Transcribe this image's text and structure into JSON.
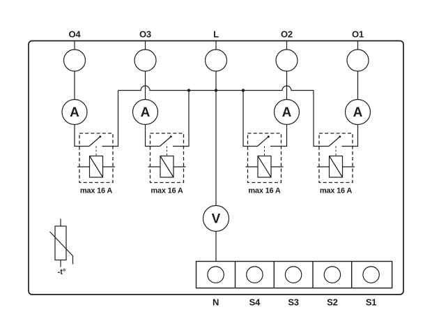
{
  "diagram": {
    "colors": {
      "line": "#1d1d1b",
      "background": "#ffffff"
    },
    "top_terminals": [
      {
        "id": "O4",
        "label": "O4"
      },
      {
        "id": "O3",
        "label": "O3"
      },
      {
        "id": "L",
        "label": "L"
      },
      {
        "id": "O2",
        "label": "O2"
      },
      {
        "id": "O1",
        "label": "O1"
      }
    ],
    "relay_rating_label": "max 16 A",
    "ammeter_label": "A",
    "voltmeter_label": "V",
    "thermistor_label": "-t°",
    "bottom_terminals": [
      {
        "id": "N",
        "label": "N"
      },
      {
        "id": "S4",
        "label": "S4"
      },
      {
        "id": "S3",
        "label": "S3"
      },
      {
        "id": "S2",
        "label": "S2"
      },
      {
        "id": "S1",
        "label": "S1"
      }
    ]
  }
}
